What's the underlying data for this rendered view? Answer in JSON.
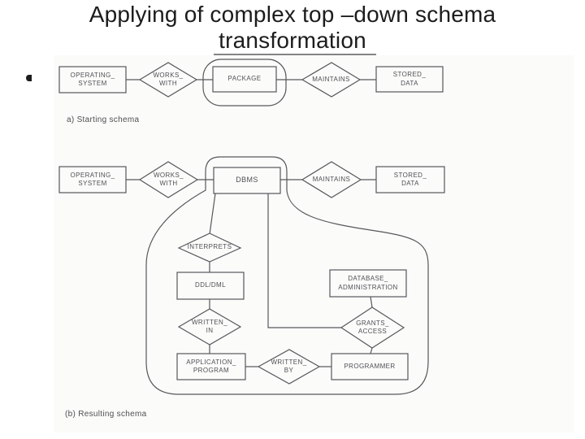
{
  "slide": {
    "title_line1": "Applying of complex top –down schema",
    "title_line2": "transformation"
  },
  "colors": {
    "ink": "#58585c",
    "title_text": "#1c1c1c",
    "scan_background": "#fbfbfa"
  },
  "diagram_a": {
    "caption": "a) Starting schema",
    "nodes": {
      "operating_system": "OPERATING_\nSYSTEM",
      "works_with": "WORKS_\nWITH",
      "package": "PACKAGE",
      "maintains": "MAINTAINS",
      "stored_data": "STORED_\nDATA"
    }
  },
  "diagram_b": {
    "caption": "(b) Resulting schema",
    "nodes": {
      "operating_system": "OPERATING_\nSYSTEM",
      "works_with": "WORKS_\nWITH",
      "dbms": "DBMS",
      "maintains": "MAINTAINS",
      "stored_data": "STORED_\nDATA",
      "interprets": "INTERPRETS",
      "ddl_dml": "DDL/DML",
      "written_in": "WRITTEN_\nIN",
      "application_program": "APPLICATION_\nPROGRAM",
      "written_by": "WRITTEN_\nBY",
      "programmer": "PROGRAMMER",
      "grants_access": "GRANTS_\nACCESS",
      "database_administration": "DATABASE_\nADMINISTRATION"
    }
  }
}
